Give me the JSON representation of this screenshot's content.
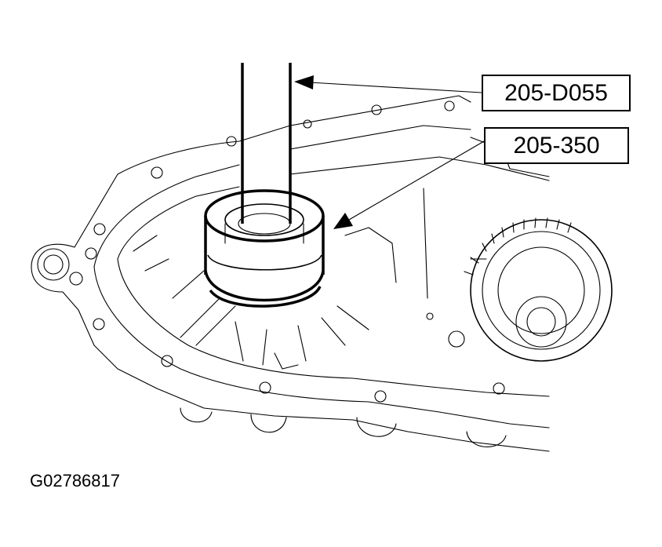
{
  "callouts": {
    "tool_driver": "205-D055",
    "tool_installer": "205-350"
  },
  "figure_id": "G02786817",
  "colors": {
    "line": "#000000",
    "background": "#ffffff"
  }
}
